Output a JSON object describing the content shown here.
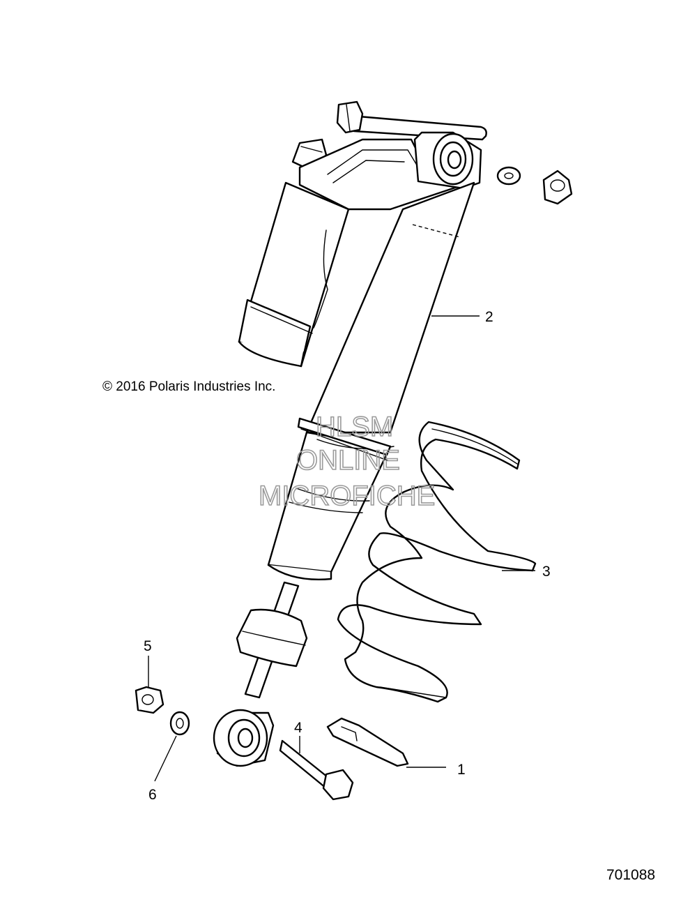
{
  "copyright": "© 2016 Polaris Industries Inc.",
  "diagram_number": "701088",
  "watermark": {
    "line1": "HLSM",
    "line2": "ONLINE",
    "line3": "MICROFICHE"
  },
  "callouts": {
    "c1": "1",
    "c2": "2",
    "c3": "3",
    "c4": "4",
    "c5": "5",
    "c6": "6"
  }
}
